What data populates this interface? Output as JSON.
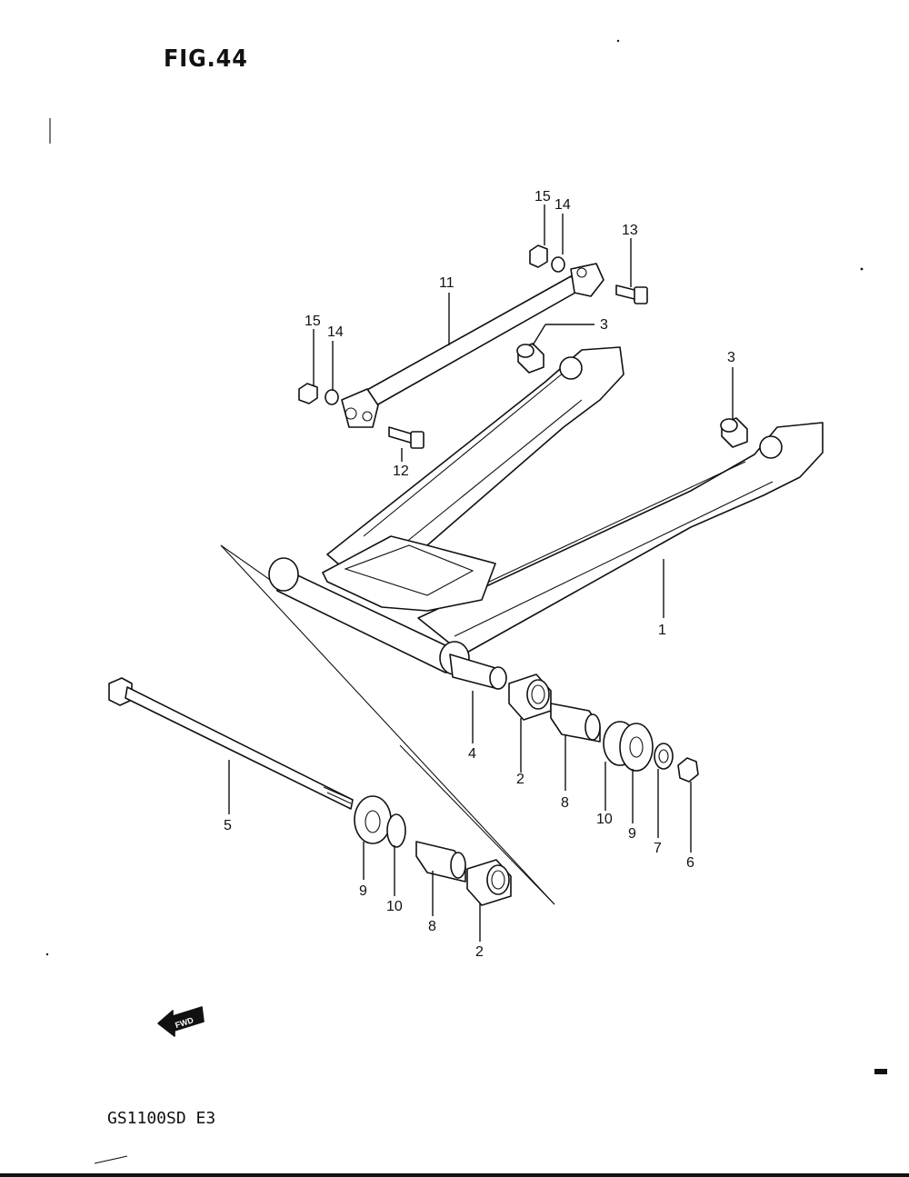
{
  "figure": {
    "title": "FIG.44",
    "model_code": "GS1100SD E3",
    "fwd_label": "FWD"
  },
  "callouts": {
    "c1": "1",
    "c2a": "2",
    "c2b": "2",
    "c3a": "3",
    "c3b": "3",
    "c4": "4",
    "c5": "5",
    "c6": "6",
    "c7": "7",
    "c8a": "8",
    "c8b": "8",
    "c9a": "9",
    "c9b": "9",
    "c10a": "10",
    "c10b": "10",
    "c11": "11",
    "c12": "12",
    "c13": "13",
    "c14a": "14",
    "c14b": "14",
    "c15a": "15",
    "c15b": "15"
  }
}
